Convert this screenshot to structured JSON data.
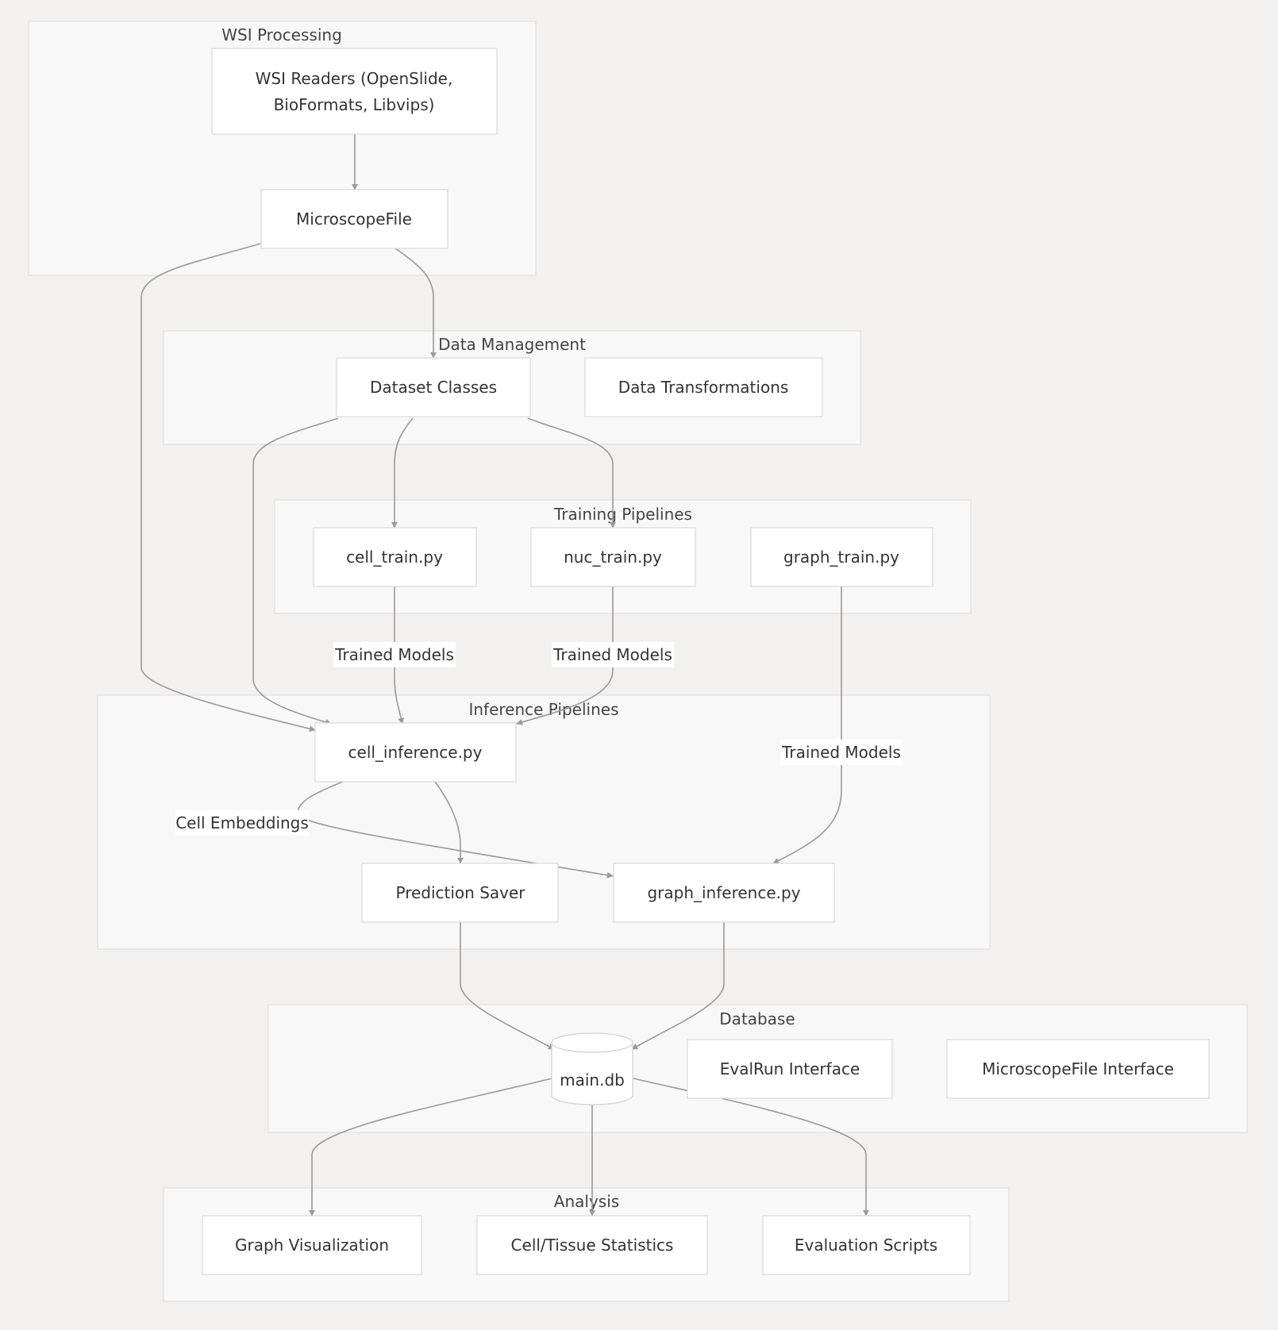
{
  "clusters": {
    "wsi_processing": "WSI Processing",
    "data_management": "Data Management",
    "training_pipelines": "Training Pipelines",
    "inference_pipelines": "Inference Pipelines",
    "database": "Database",
    "analysis": "Analysis"
  },
  "nodes": {
    "wsi_readers_line1": "WSI Readers (OpenSlide,",
    "wsi_readers_line2": "BioFormats, Libvips)",
    "microscope_file": "MicroscopeFile",
    "dataset_classes": "Dataset Classes",
    "data_transformations": "Data Transformations",
    "cell_train": "cell_train.py",
    "nuc_train": "nuc_train.py",
    "graph_train": "graph_train.py",
    "cell_inference": "cell_inference.py",
    "prediction_saver": "Prediction Saver",
    "graph_inference": "graph_inference.py",
    "main_db": "main.db",
    "evalrun_interface": "EvalRun Interface",
    "microscopefile_interface": "MicroscopeFile Interface",
    "graph_visualization": "Graph Visualization",
    "cell_tissue_statistics": "Cell/Tissue Statistics",
    "evaluation_scripts": "Evaluation Scripts"
  },
  "edge_labels": {
    "cell_train_models": "Trained Models",
    "nuc_train_models": "Trained Models",
    "graph_train_models": "Trained Models",
    "cell_embeddings": "Cell Embeddings"
  }
}
